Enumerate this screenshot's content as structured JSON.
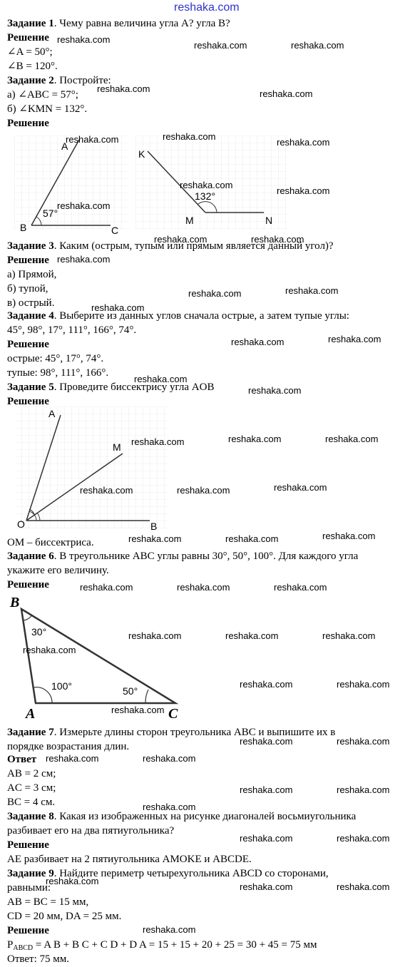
{
  "site_header": "reshaka.com",
  "watermark": "reshaka.com",
  "t1": {
    "title": "Задание 1",
    "question": ". Чему равна величина угла A? угла B?",
    "sol": "Решение",
    "l1": "∠A = 50°;",
    "l2": "∠B = 120°."
  },
  "t2": {
    "title": "Задание 2",
    "question": ". Постройте:",
    "a": "а) ∠ABC = 57°;",
    "b": "б) ∠KMN = 132°.",
    "sol": "Решение",
    "fig": {
      "A": "A",
      "B": "B",
      "C": "C",
      "ang1": "57°",
      "K": "K",
      "M": "M",
      "N": "N",
      "ang2": "132°"
    }
  },
  "t3": {
    "title": "Задание 3",
    "question": ". Каким (острым, тупым или прямым является данный угол)?",
    "sol": "Решение",
    "a": "а) Прямой,",
    "b": "б) тупой,",
    "c": "в) острый."
  },
  "t4": {
    "title": "Задание 4",
    "question": ". Выберите из данных углов сначала острые, а затем тупые углы:",
    "list": "45°, 98°, 17°, 111°, 166°, 74°.",
    "sol": "Решение",
    "acute": "острые: 45°, 17°, 74°.",
    "obtuse": "тупые: 98°, 111°, 166°."
  },
  "t5": {
    "title": "Задание 5",
    "question": ". Проведите биссектрису угла AOB",
    "sol": "Решение",
    "answer": "OM – биссектриса.",
    "fig": {
      "A": "A",
      "M": "M",
      "O": "O",
      "B": "B"
    }
  },
  "t6": {
    "title": "Задание 6",
    "question1": ". В треугольнике ABC углы равны 30°, 50°, 100°. Для каждого угла",
    "question2": "укажите его величину.",
    "sol": "Решение",
    "fig": {
      "B": "B",
      "A": "A",
      "C": "C",
      "angB": "30°",
      "angA": "100°",
      "angC": "50°"
    }
  },
  "t7": {
    "title": "Задание 7",
    "question1": ". Измерьте длины сторон треугольника ABC и выпишите их в",
    "question2": "порядке возрастания длин.",
    "ans": "Ответ",
    "l1": "AB = 2 см;",
    "l2": "AC = 3 см;",
    "l3": "BC = 4 см."
  },
  "t8": {
    "title": "Задание 8",
    "question1": ". Какая из изображенных на рисунке диагоналей восьмиугольника",
    "question2": "разбивает его на два пятиугольника?",
    "sol": "Решение",
    "answer": "AE разбивает на 2 пятиугольника AMOKE и ABCDE."
  },
  "t9": {
    "title": "Задание 9",
    "question1": ". Найдите периметр четырехугольника ABCD со сторонами,",
    "question2": "равными:",
    "l1": "AB = BC = 15 мм,",
    "l2": "CD = 20 мм, DA = 25 мм.",
    "sol": "Решение",
    "p": "P",
    "p_sub": "ABCD",
    "formula": " = A B + B C + C D + D A = 15 + 15 + 20 + 25 = 30 + 45 = 75 мм",
    "answer": "Ответ: 75 мм."
  }
}
